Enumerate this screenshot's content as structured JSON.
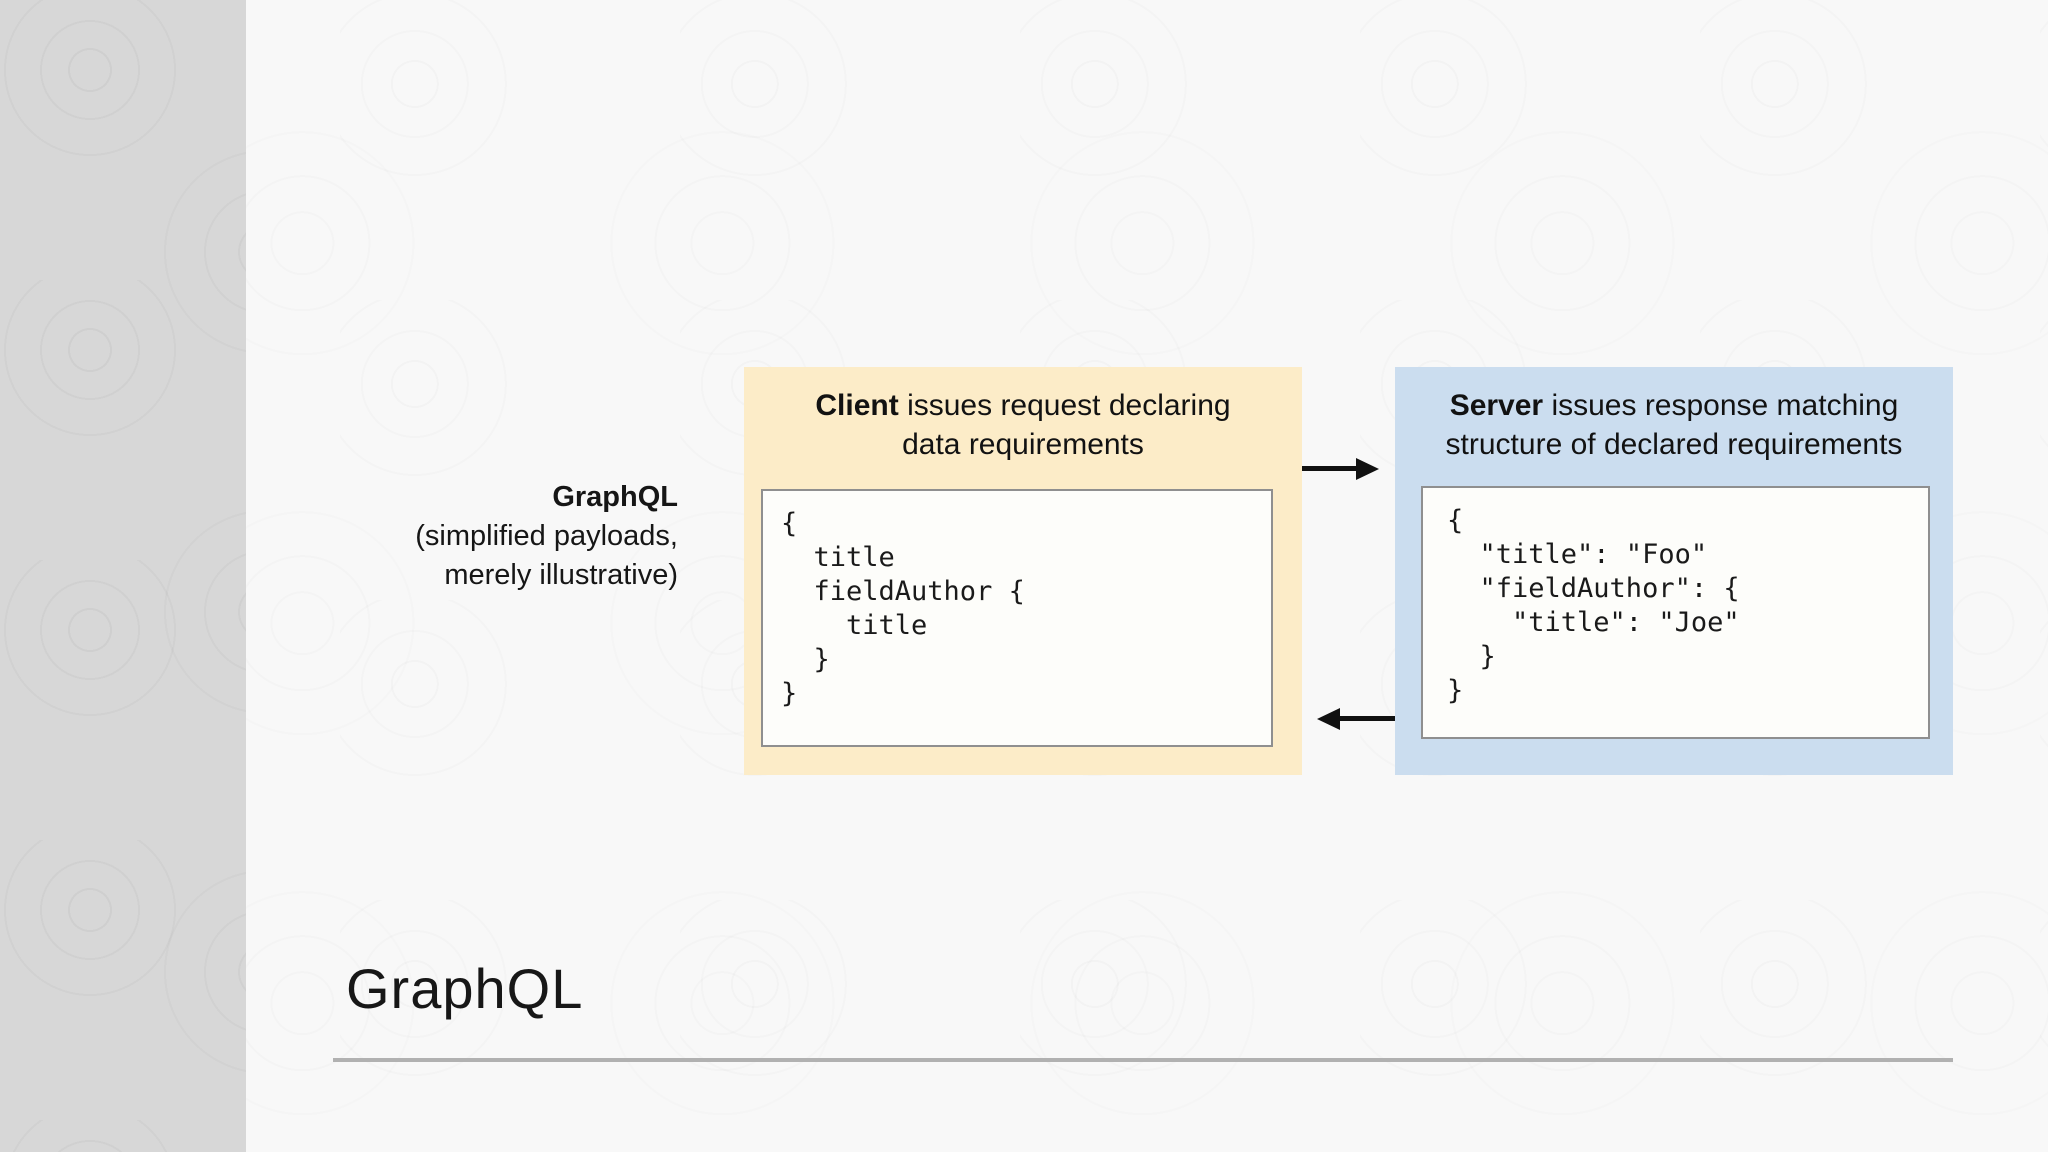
{
  "slide": {
    "side_label": {
      "title": "GraphQL",
      "line2": "(simplified payloads,",
      "line3": "merely illustrative)"
    },
    "client_panel": {
      "header_bold": "Client",
      "header_line1_rest": " issues request declaring",
      "header_line2": "data requirements",
      "code": "{\n  title\n  fieldAuthor {\n    title\n  }\n}"
    },
    "server_panel": {
      "header_bold": "Server",
      "header_line1_rest": " issues response matching",
      "header_line2": "structure of declared requirements",
      "code": "{\n  \"title\": \"Foo\"\n  \"fieldAuthor\": {\n    \"title\": \"Joe\"\n  }\n}"
    },
    "footer": {
      "title": "GraphQL"
    },
    "colors": {
      "client_panel_bg": "#fcecc8",
      "server_panel_bg": "#cbddef",
      "sidebar_bg": "#d7d7d7",
      "main_bg": "#f8f8f8",
      "code_box_border": "#8f8f8f",
      "divider": "#b1b1b1",
      "arrow": "#111111",
      "text": "#161616"
    }
  }
}
